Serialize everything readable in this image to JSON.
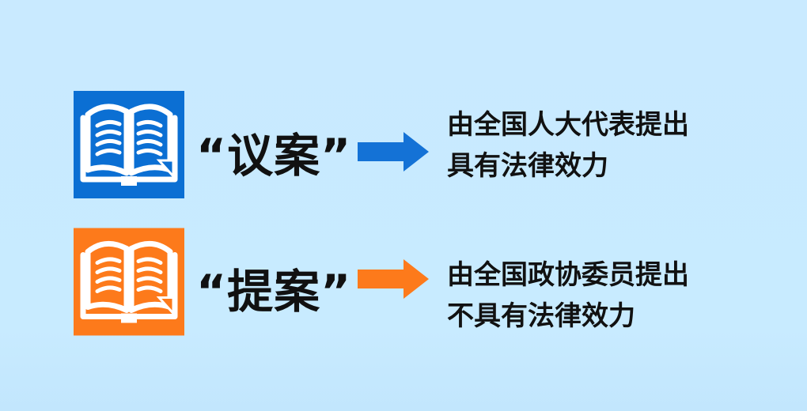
{
  "background_color": "#c9eaff",
  "rows": [
    {
      "icon": "open-book-icon",
      "icon_color": "#0b6fd3",
      "term": "“议案”",
      "arrow": "arrow-right-icon",
      "arrow_color": "#1472d6",
      "lines": [
        "由全国人大代表提出",
        "具有法律效力"
      ]
    },
    {
      "icon": "open-book-icon",
      "icon_color": "#fd7a1b",
      "term": "“提案”",
      "arrow": "arrow-right-icon",
      "arrow_color": "#fd7a1b",
      "lines": [
        "由全国政协委员提出",
        "不具有法律效力"
      ]
    }
  ]
}
